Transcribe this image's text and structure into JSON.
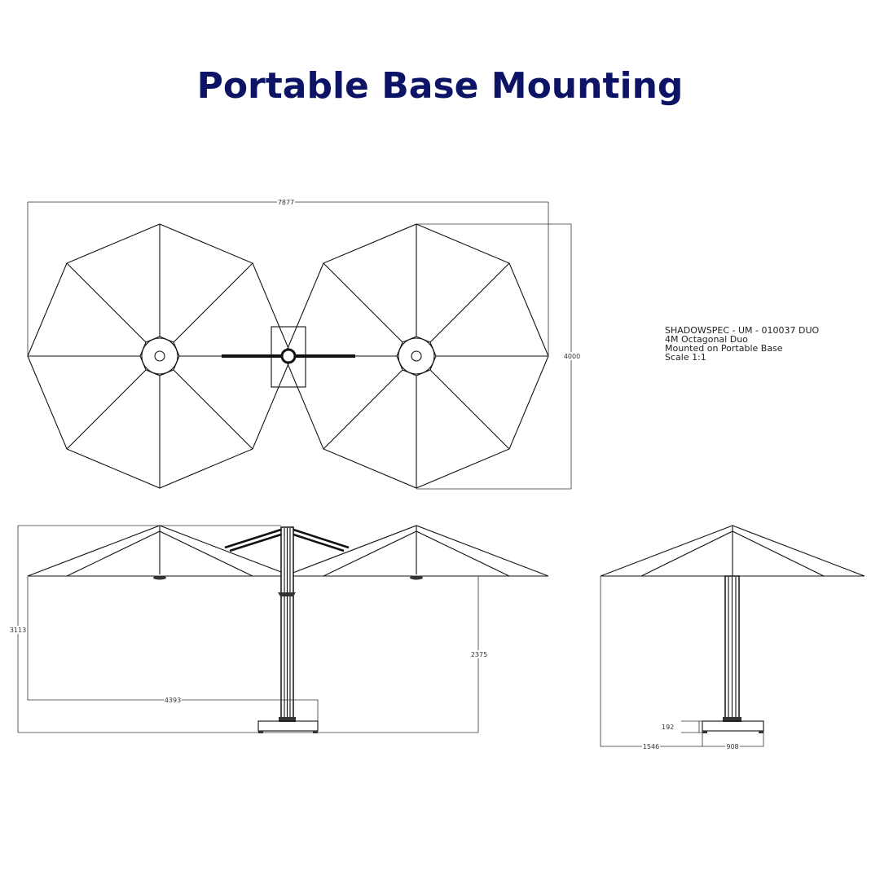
{
  "title": "Portable Base Mounting",
  "spec": {
    "line1": "SHADOWSPEC - UM - 010037 DUO",
    "line2": "4M Octagonal Duo",
    "line3": "Mounted on Portable Base",
    "line4": "Scale 1:1"
  },
  "dimensions": {
    "overall_width": "7877",
    "canopy_depth": "4000",
    "overall_height": "3113",
    "clearance_height": "2375",
    "pole_offset": "4393",
    "base_height": "192",
    "side_offset": "1546",
    "base_width": "908"
  }
}
